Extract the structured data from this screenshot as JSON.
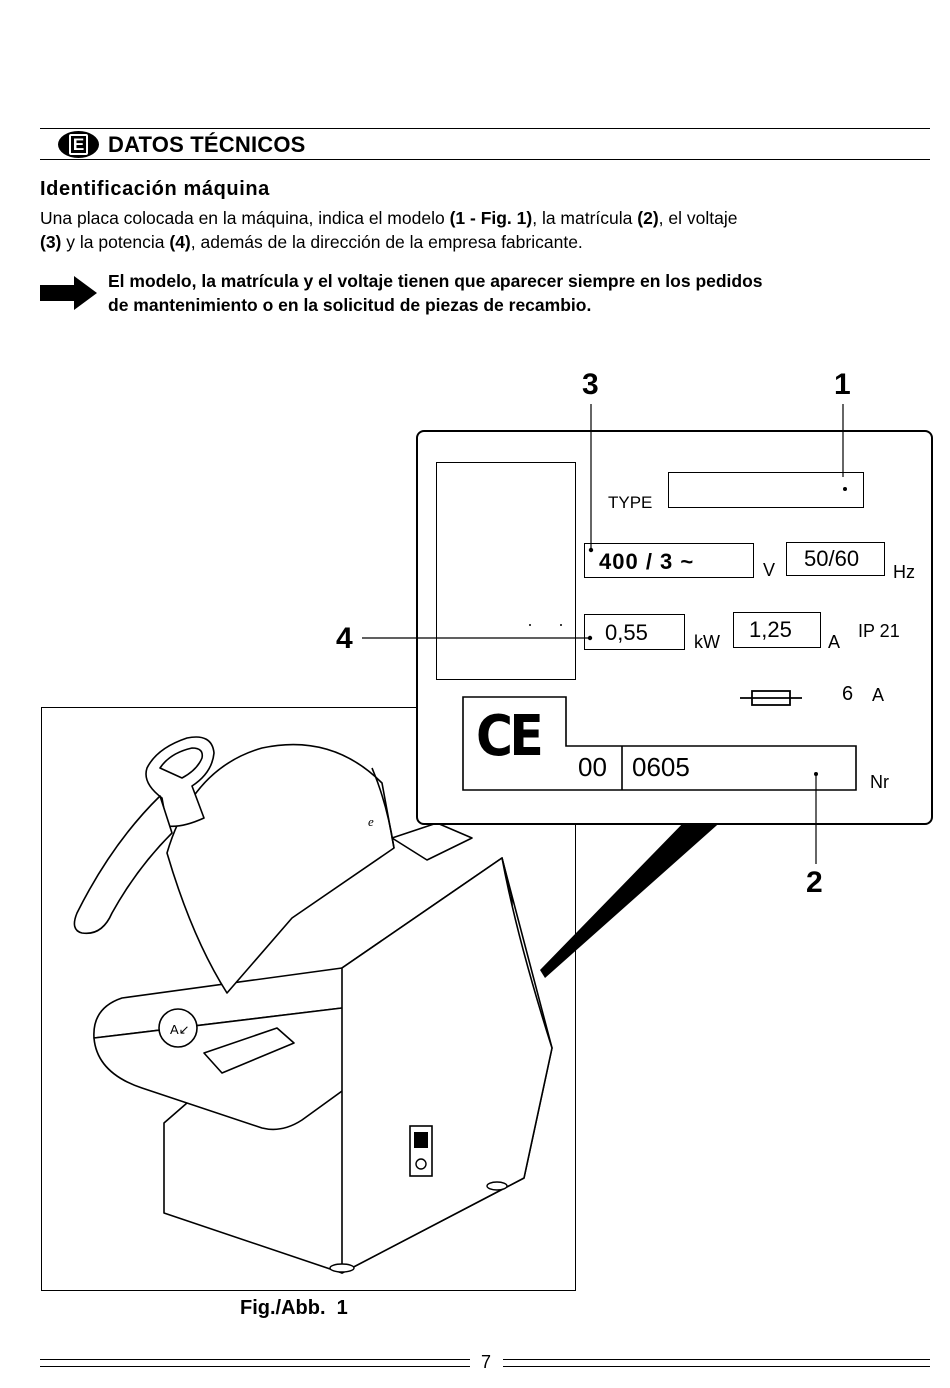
{
  "header": {
    "language_badge": "E",
    "section_title": "DATOS TÉCNICOS"
  },
  "subtitle": "Identificación máquina",
  "paragraph": {
    "line1_a": "Una placa colocada en la máquina, indica el modelo ",
    "line1_b": "(1 - Fig. 1)",
    "line1_c": ", la matrícula ",
    "line1_d": "(2)",
    "line1_e": ", el voltaje",
    "line2_a": "(3)",
    "line2_b": " y la potencia ",
    "line2_c": "(4)",
    "line2_d": ", además de la dirección de la empresa fabricante."
  },
  "note": {
    "icon": "arrow-right-icon",
    "line1": "El modelo, la matrícula y el voltaje tienen que aparecer siempre en los pedidos",
    "line2": "de mantenimiento o en la solicitud de piezas de recambio."
  },
  "plate": {
    "type_label": "TYPE",
    "voltage": "400 / 3 ~",
    "voltage_unit": "V",
    "frequency": "50/60",
    "frequency_unit": "Hz",
    "power": "0,55",
    "power_unit": "kW",
    "current": "1,25",
    "current_unit": "A",
    "protection": "IP 21",
    "fuse_value": "6",
    "fuse_unit": "A",
    "ce_mark": "CE",
    "serial_prefix": "00",
    "serial": "0605",
    "serial_label": "Nr"
  },
  "callouts": {
    "c1": "1",
    "c2": "2",
    "c3": "3",
    "c4": "4"
  },
  "figure": {
    "lid_letter": "e",
    "caption": "Fig./Abb.  1"
  },
  "footer": {
    "page_number": "7"
  }
}
